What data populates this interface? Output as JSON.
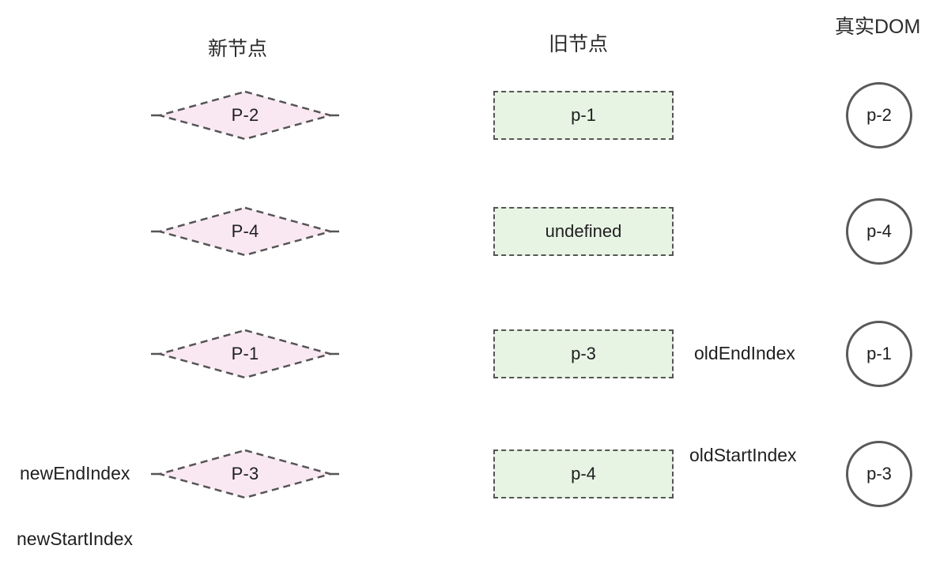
{
  "headings": {
    "new_nodes": "新节点",
    "old_nodes": "旧节点",
    "real_dom": "真实DOM"
  },
  "colors": {
    "diamond_fill": "#f9e8f2",
    "diamond_stroke": "#555555",
    "box_fill": "#e7f4e4",
    "box_stroke": "#555555",
    "circle_stroke": "#595959",
    "text": "#1f1f1f",
    "background": "#ffffff"
  },
  "rows": [
    {
      "new_node": "P-2",
      "old_node": "p-1",
      "real_dom": "p-2"
    },
    {
      "new_node": "P-4",
      "old_node": "undefined",
      "real_dom": "p-4"
    },
    {
      "new_node": "P-1",
      "old_node": "p-3",
      "real_dom": "p-1"
    },
    {
      "new_node": "P-3",
      "old_node": "p-4",
      "real_dom": "p-3"
    }
  ],
  "annotations": {
    "old_end_index": "oldEndIndex",
    "old_start_index": "oldStartIndex",
    "new_end_index": "newEndIndex",
    "new_start_index": "newStartIndex"
  }
}
